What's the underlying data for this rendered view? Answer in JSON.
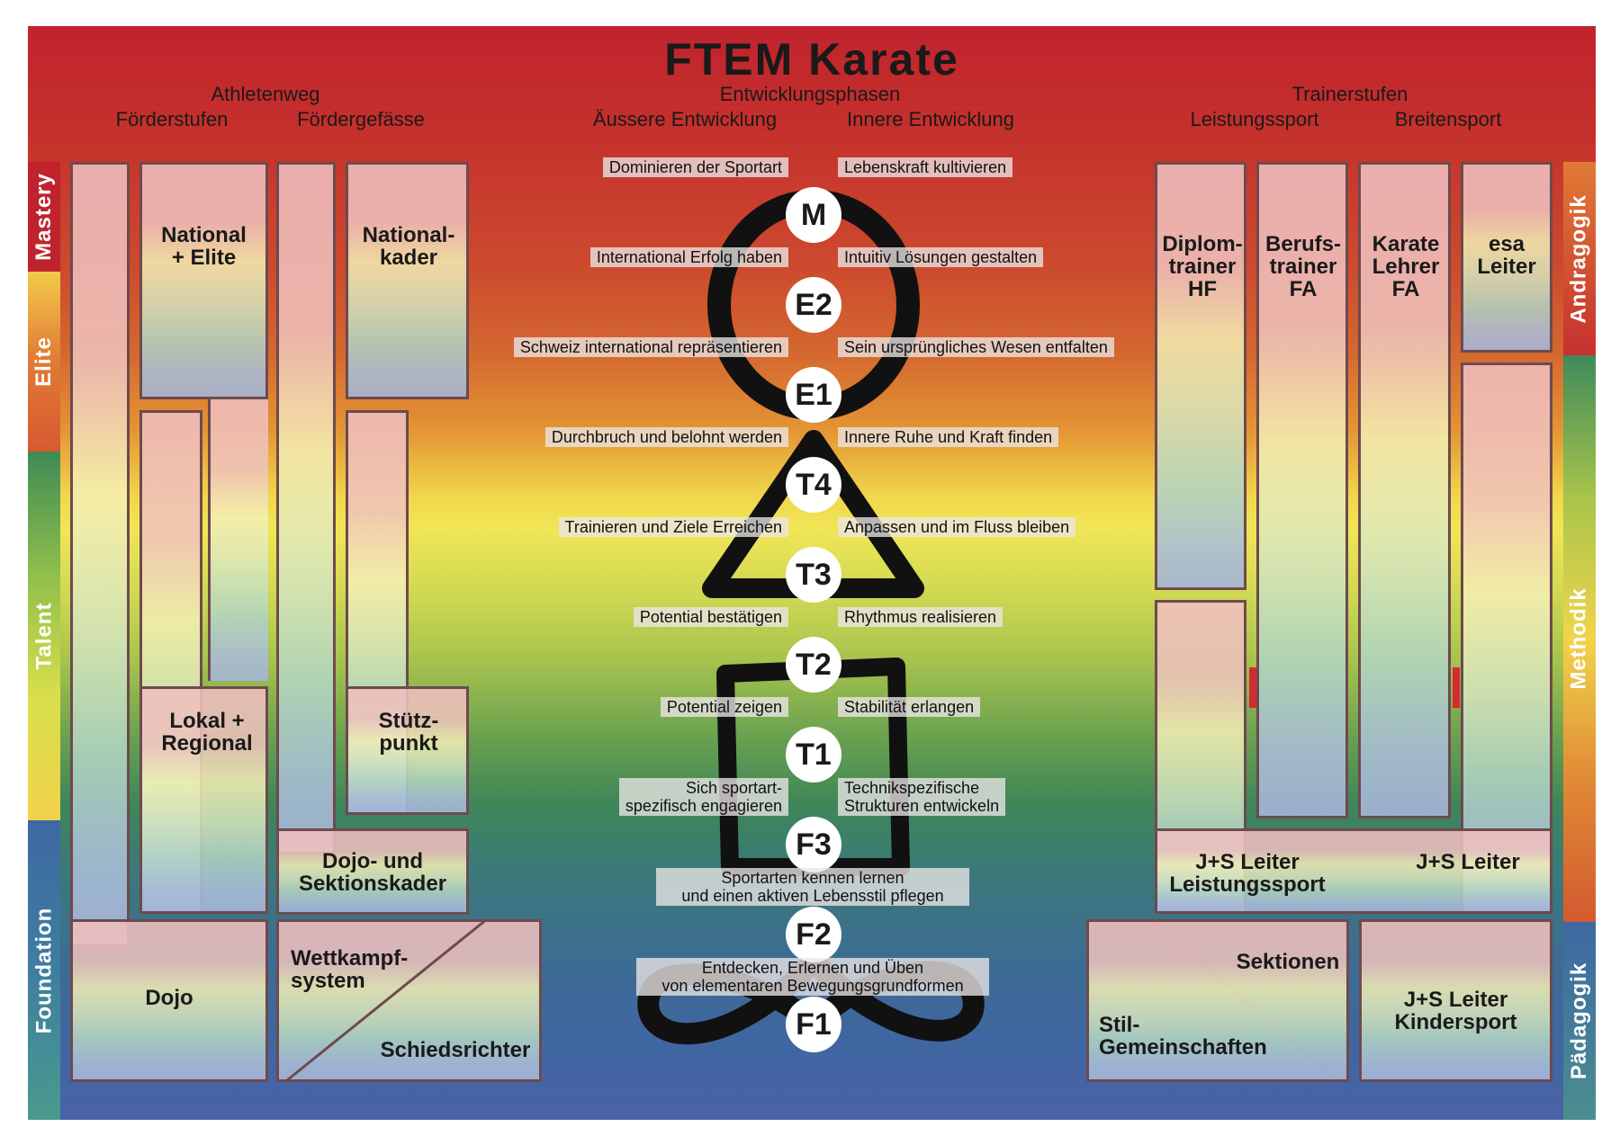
{
  "title": "FTEM Karate",
  "headers": {
    "athletenweg": "Athletenweg",
    "foerderstufen": "Förderstufen",
    "foerdergefaesse": "Fördergefässe",
    "entwicklungsphasen": "Entwicklungsphasen",
    "aeussere": "Äussere Entwicklung",
    "innere": "Innere Entwicklung",
    "trainerstufen": "Trainerstufen",
    "leistungssport": "Leistungssport",
    "breitensport": "Breitensport"
  },
  "left_bands": [
    {
      "label": "Mastery",
      "color": "#c0232d"
    },
    {
      "label": "Elite",
      "color": "#e07a35"
    },
    {
      "label": "Talent",
      "color": "#9fc14b"
    },
    {
      "label": "Foundation",
      "color": "#3e68a3"
    }
  ],
  "right_bands": [
    {
      "label": "Andragogik",
      "color": "#c0232d"
    },
    {
      "label": "Methodik",
      "color": "#5a9a55"
    },
    {
      "label": "Pädagogik",
      "color": "#3e6fa6"
    }
  ],
  "left_panels": {
    "national_elite": "National\n+ Elite",
    "lokal_regional": "Lokal +\nRegional",
    "dojo": "Dojo",
    "nationalkader": "National-\nkader",
    "stuetzpunkt": "Stütz-\npunkt",
    "dojo_sektionskader": "Dojo- und\nSektionskader",
    "wettkampfsystem": "Wettkampf-\nsystem",
    "schiedsrichter": "Schiedsrichter"
  },
  "right_panels": {
    "diplomtrainer": "Diplom-\ntrainer\nHF",
    "berufstrainer": "Berufs-\ntrainer\nFA",
    "karate_lehrer": "Karate\nLehrer\nFA",
    "esa_leiter": "esa\nLeiter",
    "js_leistungssport": "J+S Leiter\nLeistungssport",
    "js_leiter": "J+S Leiter",
    "sektionen": "Sektionen",
    "stil_gemeinschaften": "Stil-\nGemeinschaften",
    "js_kindersport": "J+S Leiter\nKindersport"
  },
  "phases": [
    {
      "id": "M",
      "outer": "Dominieren der Sportart",
      "inner": "Lebenskraft kultivieren"
    },
    {
      "id": "E2",
      "outer": "International Erfolg haben",
      "inner": "Intuitiv Lösungen gestalten"
    },
    {
      "id": "E1",
      "outer": "Schweiz international repräsentieren",
      "inner": "Sein ursprüngliches Wesen entfalten"
    },
    {
      "id": "T4",
      "outer": "Durchbruch und belohnt werden",
      "inner": "Innere Ruhe und Kraft finden"
    },
    {
      "id": "T3",
      "outer": "Trainieren und Ziele Erreichen",
      "inner": "Anpassen und im Fluss bleiben"
    },
    {
      "id": "T2",
      "outer": "Potential bestätigen",
      "inner": "Rhythmus realisieren"
    },
    {
      "id": "T1",
      "outer": "Potential zeigen",
      "inner": "Stabilität erlangen"
    },
    {
      "id": "F3",
      "outer": "Sich sportart-\nspezifisch engagieren",
      "inner": "Technikspezifische\nStrukturen entwickeln"
    },
    {
      "id": "F2",
      "combined": "Sportarten kennen lernen\nund einen aktiven Lebensstil pflegen"
    },
    {
      "id": "F1",
      "combined": "Entdecken, Erlernen und Üben\nvon elementaren Bewegungsgrundformen"
    }
  ]
}
